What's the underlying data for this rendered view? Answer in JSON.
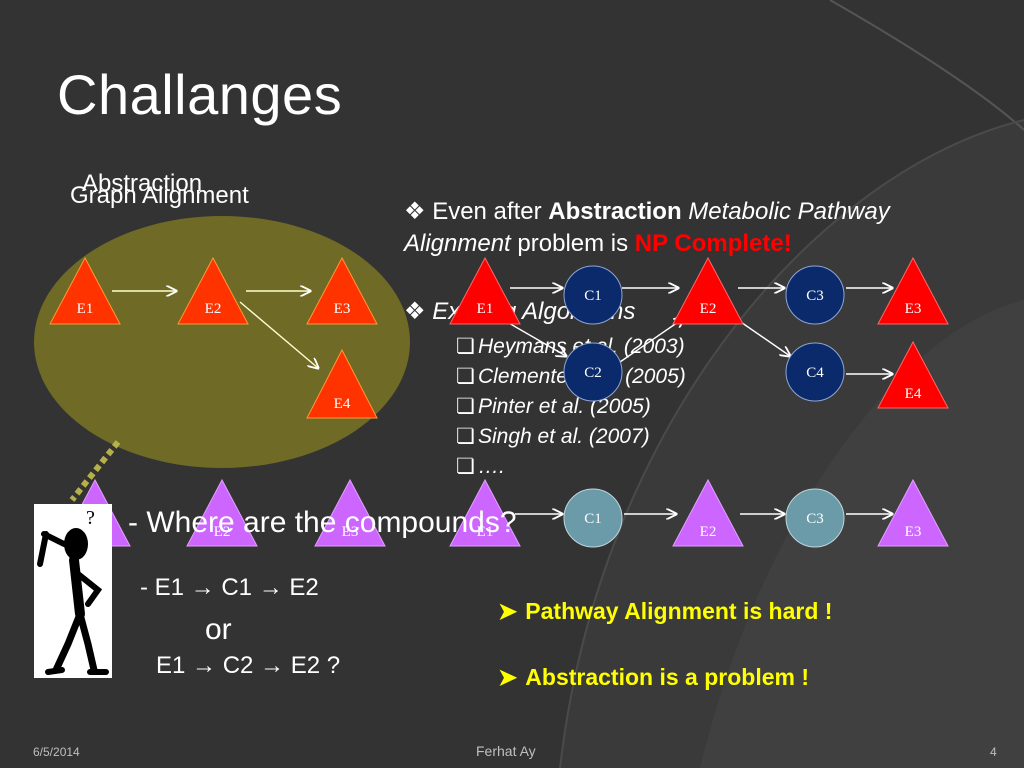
{
  "title": "Challanges",
  "labels": {
    "abstraction": "Abstraction",
    "graph_alignment": "Graph Alignment"
  },
  "bullet1": {
    "prefix": "Even after ",
    "bold": "Abstraction",
    "italic1": "Metabolic Pathway",
    "italic2": "Alignment",
    "mid": " problem is ",
    "red": "NP Complete!"
  },
  "bullet2": {
    "text": "Existing Algorithms"
  },
  "refs": [
    "Heymans et al. (2003)",
    "Clemente et al. (2005)",
    "Pinter et al. (2005)",
    "Singh et al.  (2007)",
    "…."
  ],
  "question": "- Where are the compounds?",
  "paths": {
    "p1": "- E1 → C1 → E2",
    "or": "or",
    "p2": "E1 → C2 → E2 ?"
  },
  "conclusions": [
    "Pathway Alignment is hard !",
    "Abstraction is a problem !"
  ],
  "footer": {
    "date": "6/5/2014",
    "author": "Ferhat Ay",
    "page": "4"
  },
  "colors": {
    "enzyme_red": "#ff0000",
    "enzyme_orange": "#ff3300",
    "enzyme_purple": "#cc66ff",
    "compound_navy": "#0a2a6b",
    "compound_teal": "#6b9aa8",
    "ellipse": "#6f6a26"
  },
  "nodes": {
    "left": [
      "E1",
      "E2",
      "E3",
      "E4"
    ],
    "right_top": [
      "E1",
      "C1",
      "E2",
      "C3",
      "E3",
      "C2",
      "C4",
      "E4"
    ],
    "bottom": [
      "E1",
      "E2",
      "E3",
      "E1",
      "C1",
      "E2",
      "C3",
      "E3"
    ]
  }
}
